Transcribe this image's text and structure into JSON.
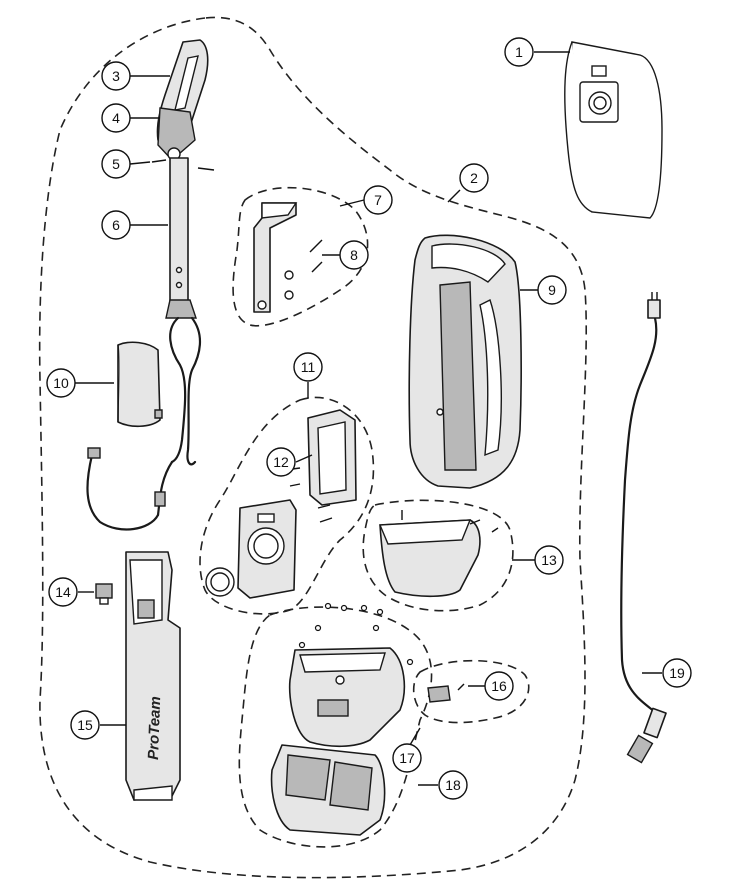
{
  "diagram": {
    "callouts": [
      {
        "id": "callout-1",
        "label": "1"
      },
      {
        "id": "callout-2",
        "label": "2"
      },
      {
        "id": "callout-3",
        "label": "3"
      },
      {
        "id": "callout-4",
        "label": "4"
      },
      {
        "id": "callout-5",
        "label": "5"
      },
      {
        "id": "callout-6",
        "label": "6"
      },
      {
        "id": "callout-7",
        "label": "7"
      },
      {
        "id": "callout-8",
        "label": "8"
      },
      {
        "id": "callout-9",
        "label": "9"
      },
      {
        "id": "callout-10",
        "label": "10"
      },
      {
        "id": "callout-11",
        "label": "11"
      },
      {
        "id": "callout-12",
        "label": "12"
      },
      {
        "id": "callout-13",
        "label": "13"
      },
      {
        "id": "callout-14",
        "label": "14"
      },
      {
        "id": "callout-15",
        "label": "15"
      },
      {
        "id": "callout-16",
        "label": "16"
      },
      {
        "id": "callout-17",
        "label": "17"
      },
      {
        "id": "callout-18",
        "label": "18"
      },
      {
        "id": "callout-19",
        "label": "19"
      }
    ],
    "brand_text": "ProTeam",
    "handle_brand_text": "ProTeam",
    "colors": {
      "line": "#1a1a1a",
      "fill": "#e6e6e6",
      "background": "#ffffff"
    }
  }
}
